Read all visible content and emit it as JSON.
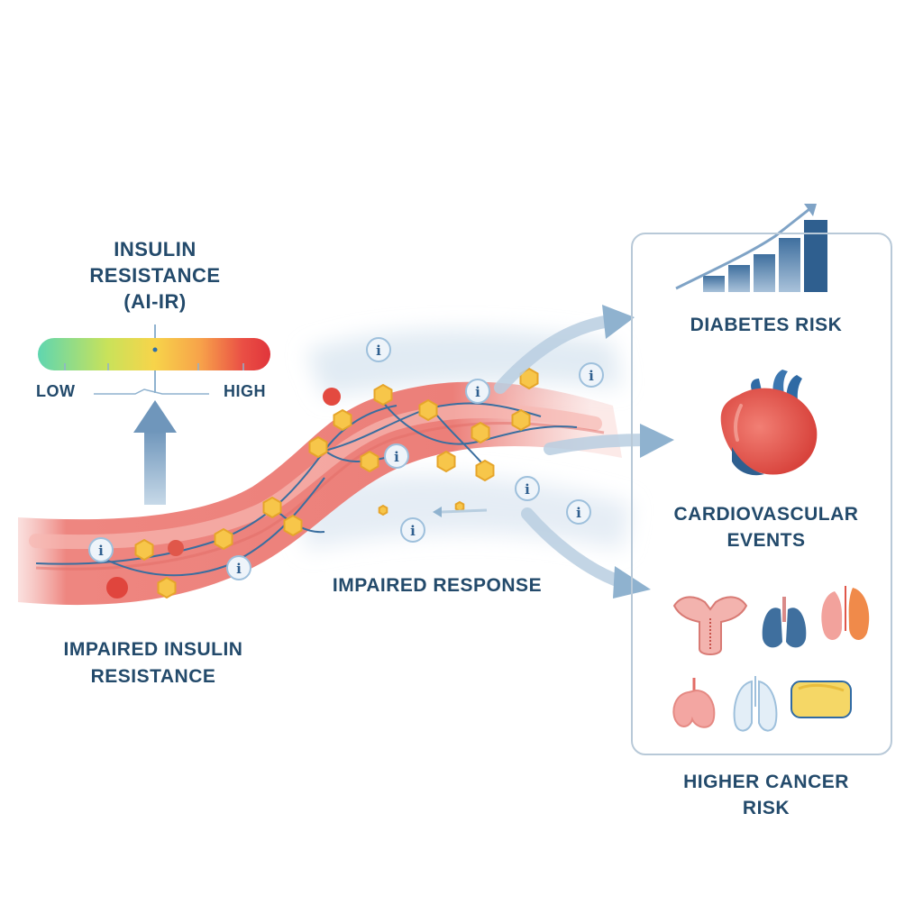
{
  "scale": {
    "title_line1": "INSULIN",
    "title_line2": "RESISTANCE",
    "title_line3": "(AI-IR)",
    "low_label": "LOW",
    "high_label": "HIGH",
    "gradient_colors": [
      "#5fd6b0",
      "#c9e25a",
      "#f7d44a",
      "#f7a24a",
      "#ea4f45",
      "#e0353b"
    ]
  },
  "vessel": {
    "label_line1": "IMPAIRED INSULIN",
    "label_line2": "RESISTANCE",
    "colors": {
      "wall": "#ef8a86",
      "inner": "#f4aaa4",
      "insulin": "#f7c64a",
      "receptor": "#2f6fa8"
    }
  },
  "response": {
    "label": "IMPAIRED RESPONSE",
    "marker_glyph": "i"
  },
  "outcomes": {
    "diabetes": {
      "label": "DIABETES RISK",
      "icon": "bar-chart-trend-icon"
    },
    "cardio": {
      "label_line1": "CARDIOVASCULAR",
      "label_line2": "EVENTS",
      "icon": "heart-icon"
    },
    "cancer": {
      "label_line1": "HIGHER CANCER",
      "label_line2": "RISK",
      "icons": [
        "uterus-icon",
        "lungs-icon",
        "kidneys-icon",
        "stomach-icon",
        "lung-outline-icon",
        "pancreas-icon"
      ]
    }
  },
  "colors": {
    "text": "#234a6b",
    "arrow": "#8fb2cf",
    "panel_border": "#b8c9d8"
  }
}
